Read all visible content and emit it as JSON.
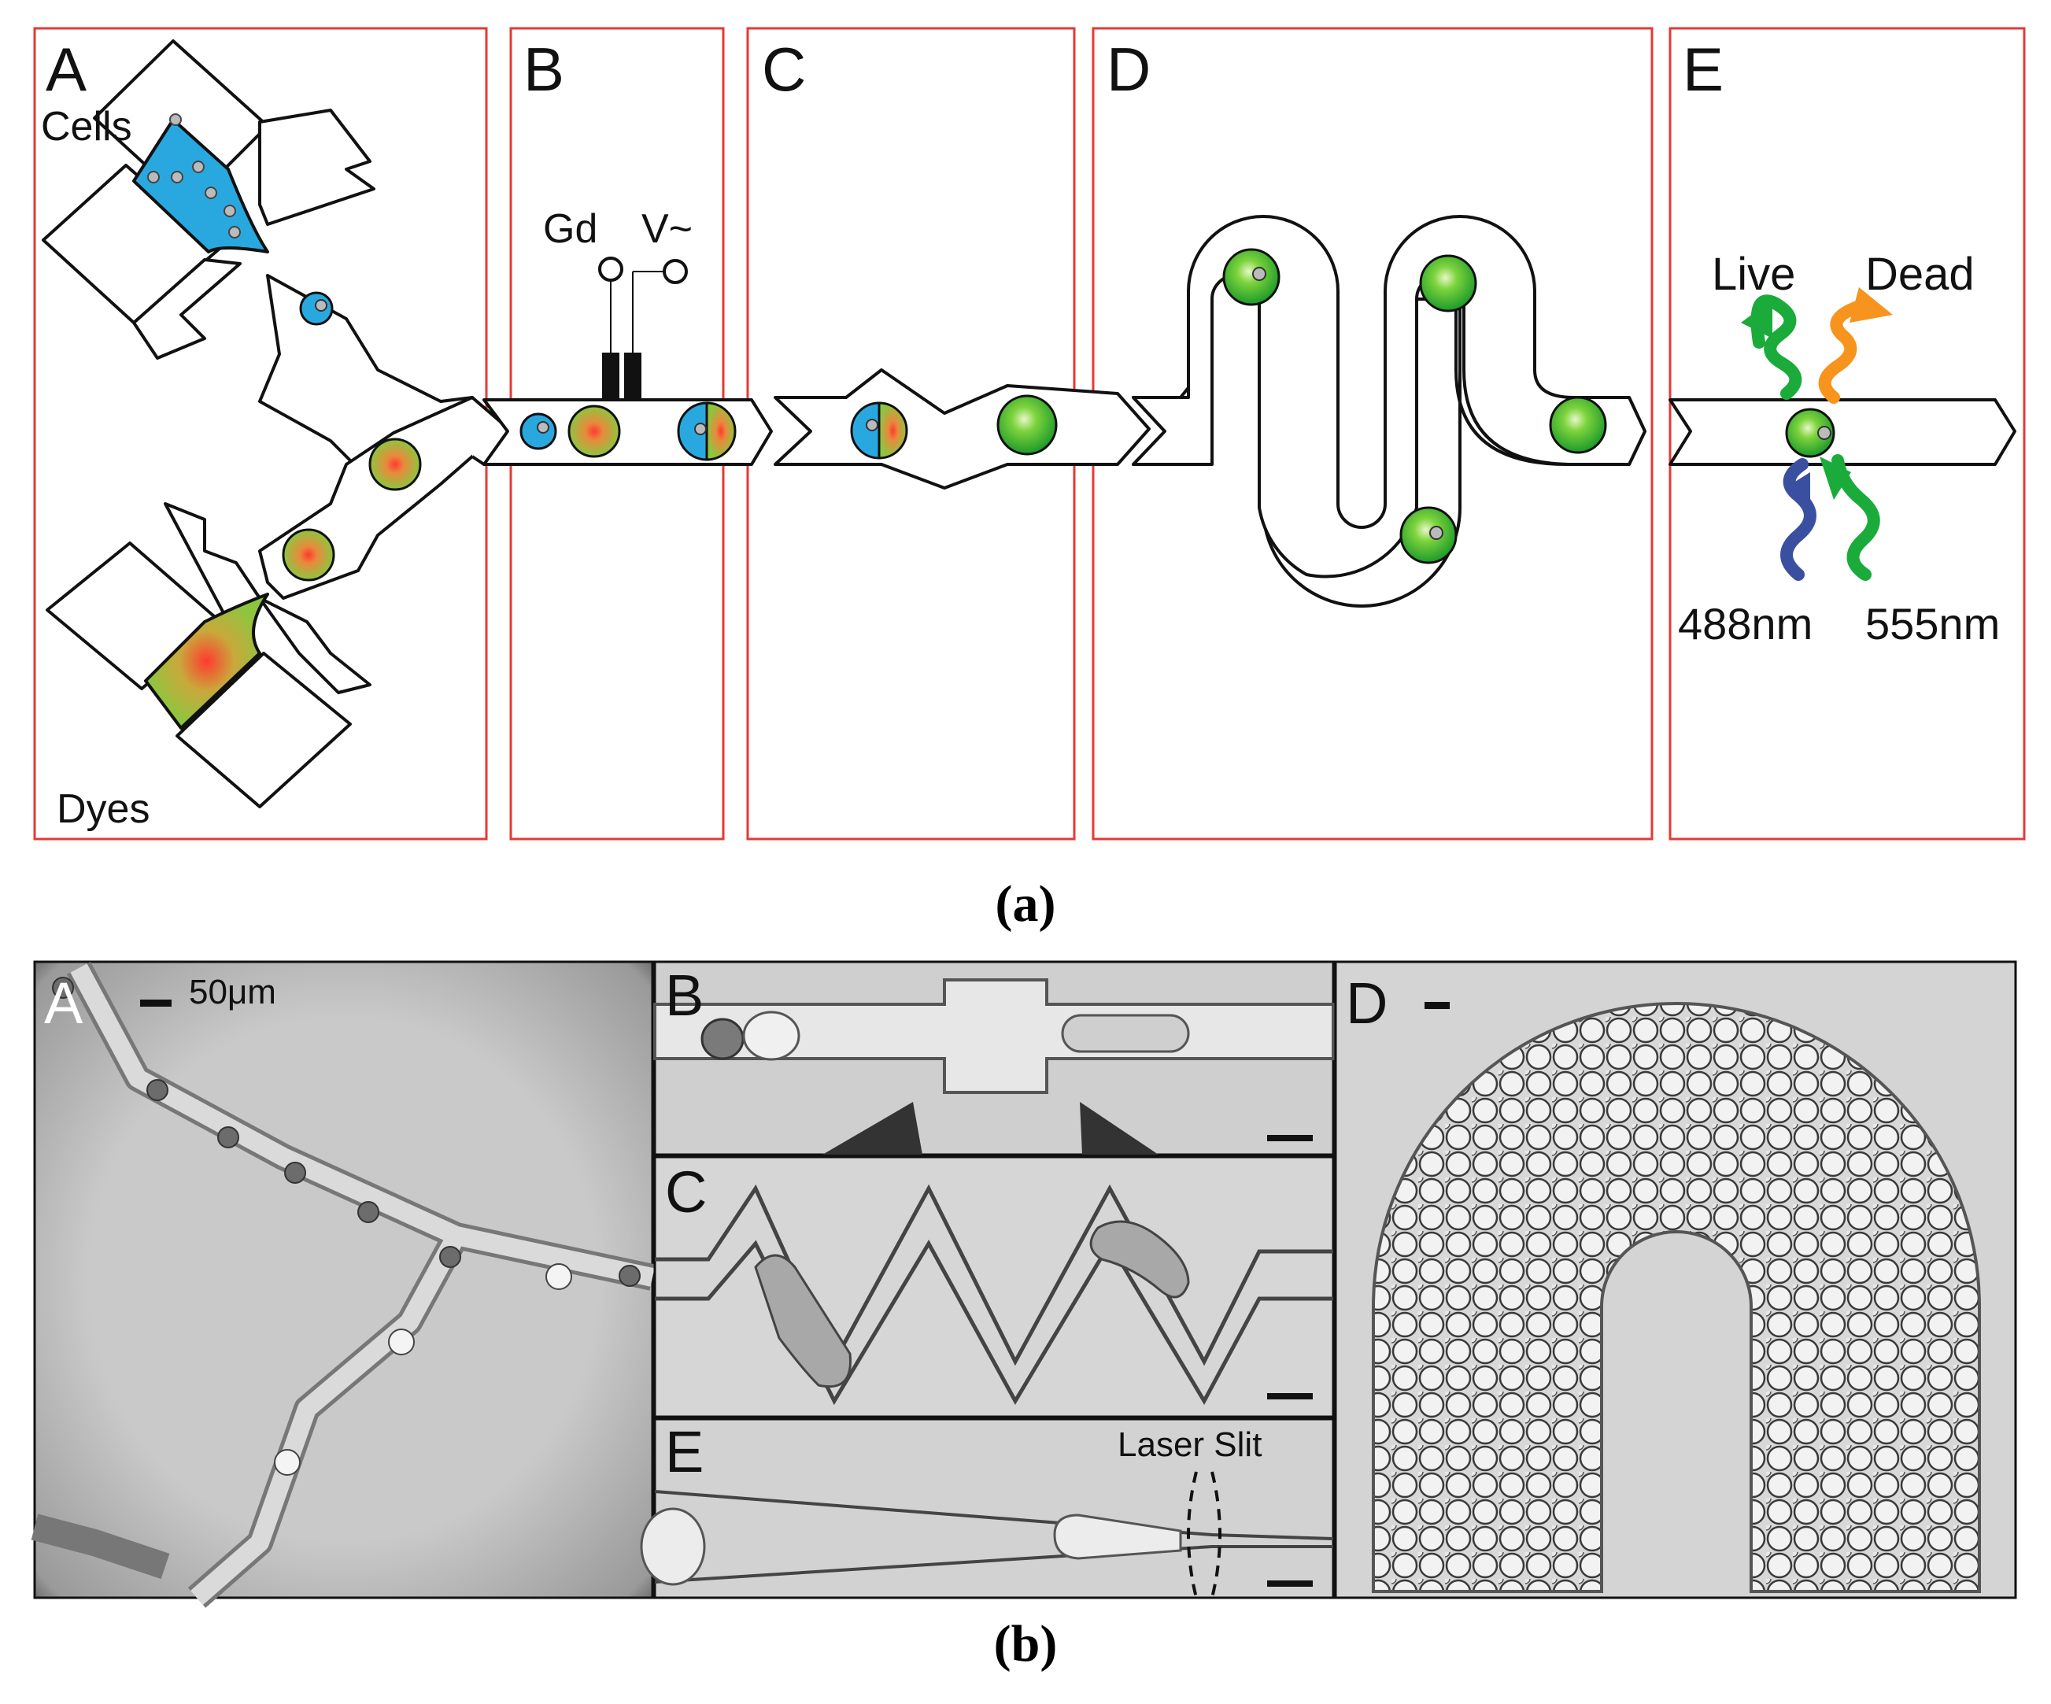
{
  "top_panel": {
    "caption": "(a)",
    "panels": [
      {
        "letter": "A"
      },
      {
        "letter": "B"
      },
      {
        "letter": "C"
      },
      {
        "letter": "D"
      },
      {
        "letter": "E"
      }
    ],
    "labels": {
      "cells": "Cells",
      "dyes": "Dyes",
      "gd": "Gd",
      "v": "V~",
      "live": "Live",
      "dead": "Dead",
      "nm488": "488nm",
      "nm555": "555nm"
    },
    "colors": {
      "frame": "#e53935",
      "cells_fill": "#29a8e0",
      "dyes_fill": "#8cc63f",
      "droplet_green": "#3fbf3f",
      "arrow_blue": "#3a4fa0",
      "arrow_orange": "#f7941d"
    }
  },
  "bottom_panel": {
    "caption": "(b)",
    "panels": [
      {
        "letter": "A"
      },
      {
        "letter": "B"
      },
      {
        "letter": "C"
      },
      {
        "letter": "E"
      },
      {
        "letter": "D"
      }
    ],
    "scale_label": "50μm",
    "laser_label": "Laser Slit"
  }
}
